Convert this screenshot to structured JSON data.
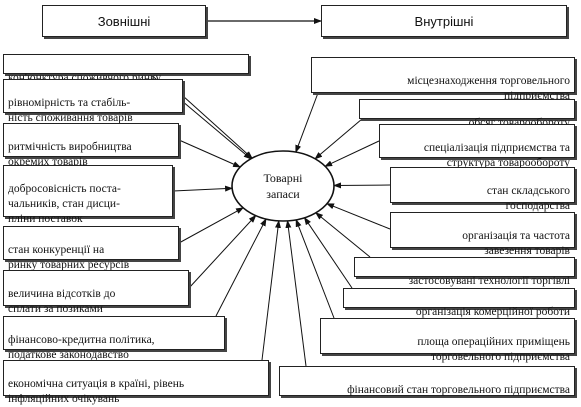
{
  "header": {
    "left_label": "Зовнішні",
    "right_label": "Внутрішні"
  },
  "center": {
    "label": "Товарні\nзапаси"
  },
  "external_factors": [
    "кон'юнктура споживчого ринку",
    "рівномірність та стабіль-\nність споживання товарів",
    "ритмічність виробництва\nокремих товарів",
    "добросовісність поста-\nчальників, стан дисци-\nпліни поставок",
    "стан конкуренції на\nринку товарних ресурсів",
    "величина відсотків до\nсплати за позиками",
    "фінансово-кредитна політика,\nподаткове законодавство",
    "економічна ситуація в країні, рівень\nінфляційних очікувань"
  ],
  "internal_factors": [
    "місцезнаходження торговельного\nпідприємства",
    "обсяг товарообороту",
    "спеціалізація підприємства та\nструктура товарообороту",
    "стан складського\nгосподарства",
    "організація та частота\nзавезення товарів",
    "застосовувані технології торгівлі",
    "організація комерційної роботи",
    "площа операційних приміщень\nторговельного підприємства",
    "фінансовий стан  торговельного підприємства"
  ]
}
